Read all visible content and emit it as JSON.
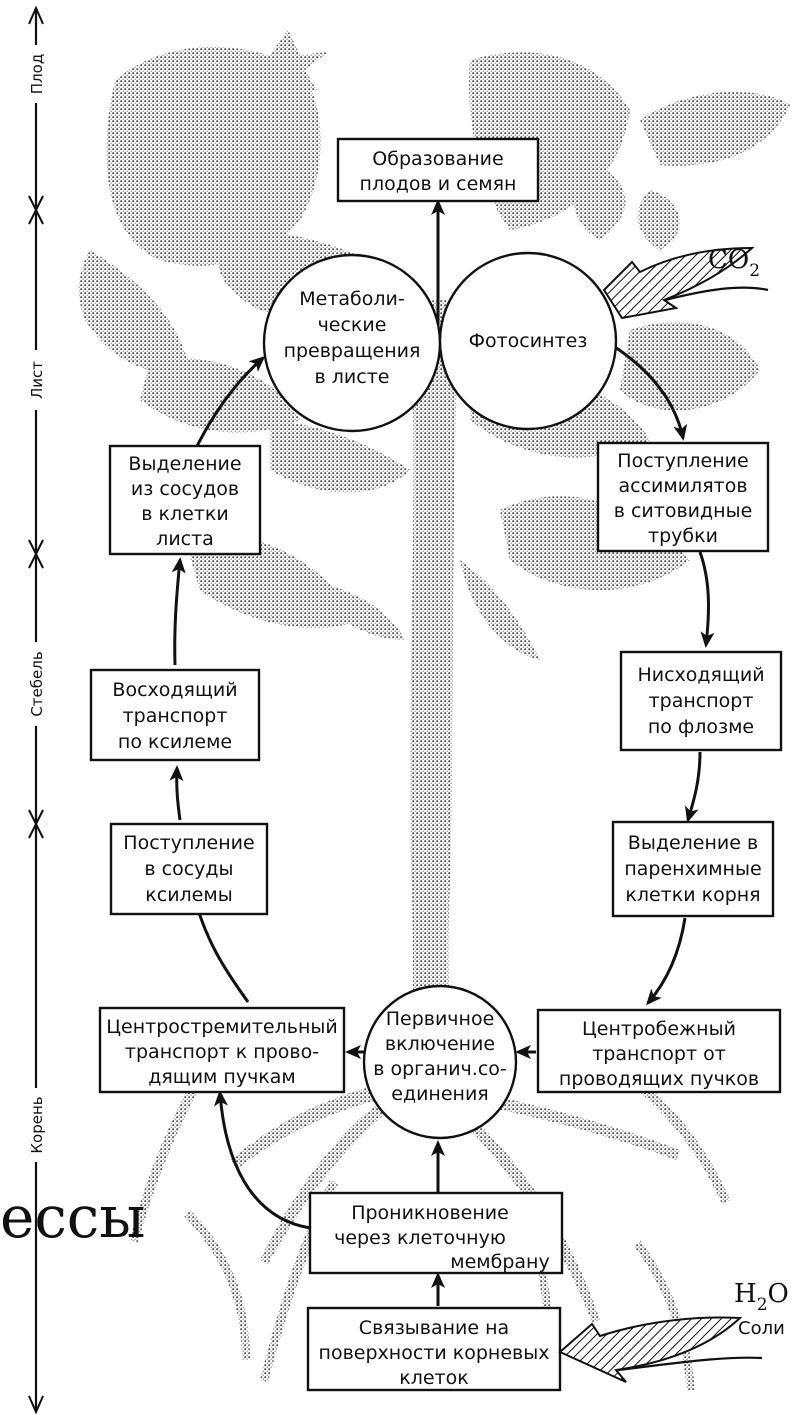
{
  "axis": {
    "segments": [
      {
        "label": "Плод"
      },
      {
        "label": "Лист"
      },
      {
        "label": "Стебель"
      },
      {
        "label": "Корень"
      }
    ]
  },
  "nodes": {
    "fruit_seed_formation": [
      "Образование",
      "плодов и семян"
    ],
    "metabolic_transformations": [
      "Метаболи-",
      "ческие",
      "превращения",
      "в листе"
    ],
    "photosynthesis": [
      "Фотосинтез"
    ],
    "release_to_leaf_cells": [
      "Выделение",
      "из сосудов",
      "в клетки",
      "листа"
    ],
    "assimilate_entry": [
      "Поступление",
      "ассимилятов",
      "в ситовидные",
      "трубки"
    ],
    "ascending_transport": [
      "Восходящий",
      "транспорт",
      "по ксилеме"
    ],
    "descending_transport": [
      "Нисходящий",
      "транспорт",
      "по флозме"
    ],
    "entry_to_xylem": [
      "Поступление",
      "в сосуды",
      "ксилемы"
    ],
    "release_to_root_parenchyma": [
      "Выделение в",
      "паренхимные",
      "клетки корня"
    ],
    "centripetal_transport": [
      "Центростремительный",
      "транспорт к прово-",
      "дящим пучкам"
    ],
    "primary_inclusion": [
      "Первичное",
      "включение",
      "в органич.со-",
      "единения"
    ],
    "centrifugal_transport": [
      "Центробежный",
      "транспорт от",
      "проводящих пучков"
    ],
    "membrane_penetration": [
      "Проникновение",
      "через клеточную",
      "мембрану"
    ],
    "root_surface_binding": [
      "Связывание на",
      "поверхности корневых",
      "клеток"
    ]
  },
  "inputs": {
    "co2": {
      "main": "CO",
      "sub": "2"
    },
    "water": {
      "main": "H",
      "sub": "2",
      "tail": "O"
    },
    "salts": "Соли"
  },
  "fragment_text": "ессы"
}
